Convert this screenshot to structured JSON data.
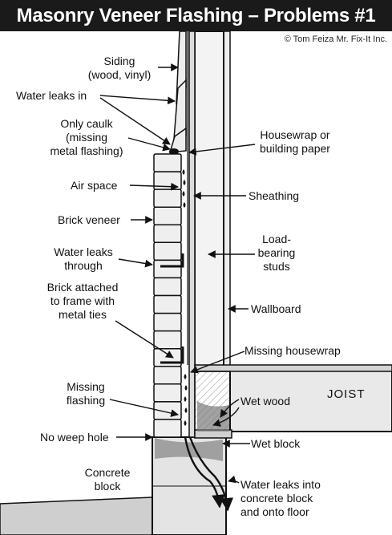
{
  "title": "Masonry Veneer Flashing – Problems #1",
  "copyright": "© Tom Feiza Mr. Fix-It Inc.",
  "labels": {
    "siding": [
      "Siding",
      "(wood, vinyl)"
    ],
    "water_leaks_in": [
      "Water leaks in"
    ],
    "only_caulk": [
      "Only caulk",
      "(missing",
      "metal flashing)"
    ],
    "air_space": [
      "Air space"
    ],
    "brick_veneer": [
      "Brick veneer"
    ],
    "water_leaks_through": [
      "Water leaks",
      "through"
    ],
    "brick_attached": [
      "Brick attached",
      "to frame with",
      "metal ties"
    ],
    "missing_flashing": [
      "Missing",
      "flashing"
    ],
    "no_weep_hole": [
      "No weep hole"
    ],
    "concrete_block": [
      "Concrete",
      "block"
    ],
    "housewrap": [
      "Housewrap or",
      "building paper"
    ],
    "sheathing": [
      "Sheathing"
    ],
    "load_bearing_studs": [
      "Load-",
      "bearing",
      "studs"
    ],
    "wallboard": [
      "Wallboard"
    ],
    "missing_housewrap": [
      "Missing housewrap"
    ],
    "joist": [
      "JOIST"
    ],
    "wet_wood": [
      "Wet wood"
    ],
    "wet_block": [
      "Wet block"
    ],
    "water_leaks_floor": [
      "Water leaks into",
      "concrete block",
      "and onto floor"
    ]
  },
  "colors": {
    "title_bg": "#1a1a1a",
    "title_fg": "#ffffff",
    "line": "#111111",
    "fill": "#e9e9e9",
    "wet": "#7a7a7a"
  }
}
